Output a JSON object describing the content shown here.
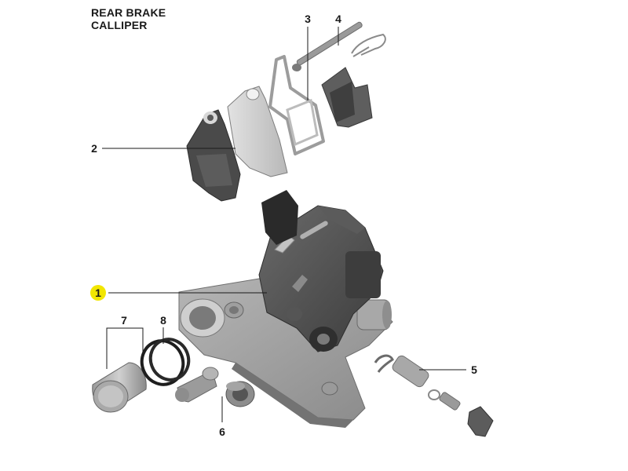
{
  "title": {
    "line1": "REAR BRAKE",
    "line2": "CALLIPER"
  },
  "callouts": {
    "c1": "1",
    "c2": "2",
    "c3": "3",
    "c4": "4",
    "c5": "5",
    "c6": "6",
    "c7": "7",
    "c8": "8"
  },
  "colors": {
    "highlight_badge": "#f2e600",
    "part_dark": "#4a4a4a",
    "part_mid": "#8c8c8c",
    "part_light": "#bdbdbd"
  }
}
